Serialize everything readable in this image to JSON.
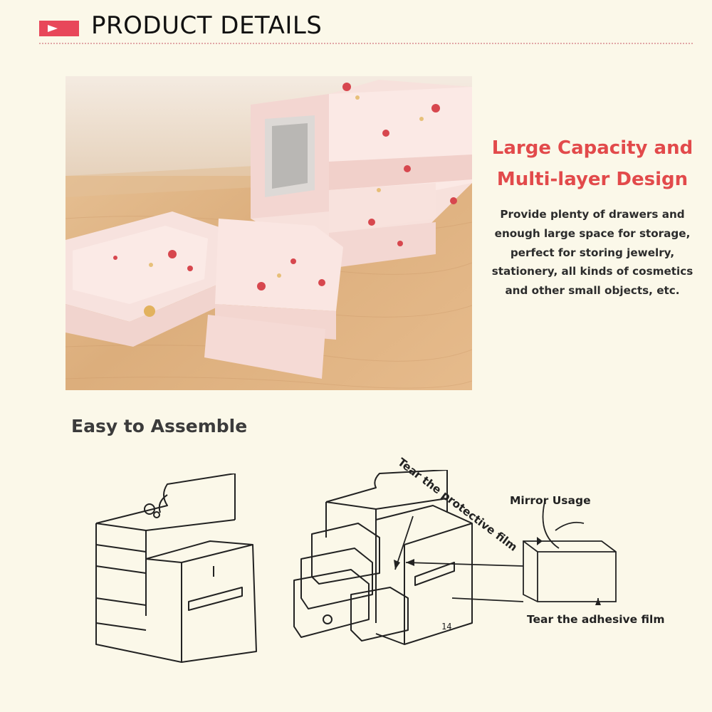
{
  "header": {
    "title": "PRODUCT DETAILS",
    "accent_color": "#e8475a",
    "icon": "play-arrow-icon"
  },
  "photo": {
    "subject": "pink floral wooden desktop organizer with mirror and drawers"
  },
  "feature": {
    "title_line1": "Large Capacity and",
    "title_line2": "Multi-layer Design",
    "desc_line1": "Provide plenty of drawers and",
    "desc_line2": "enough large space for storage,",
    "desc_line3": "perfect for storing jewelry,",
    "desc_line4": "stationery, all kinds of cosmetics",
    "desc_line5": "and other small objects, etc.",
    "title_color": "#e24a4b"
  },
  "assemble": {
    "title": "Easy to Assemble",
    "label_protective": "Tear the protective film",
    "label_mirror": "Mirror Usage",
    "label_adhesive": "Tear the adhesive film",
    "part_number": "14"
  }
}
